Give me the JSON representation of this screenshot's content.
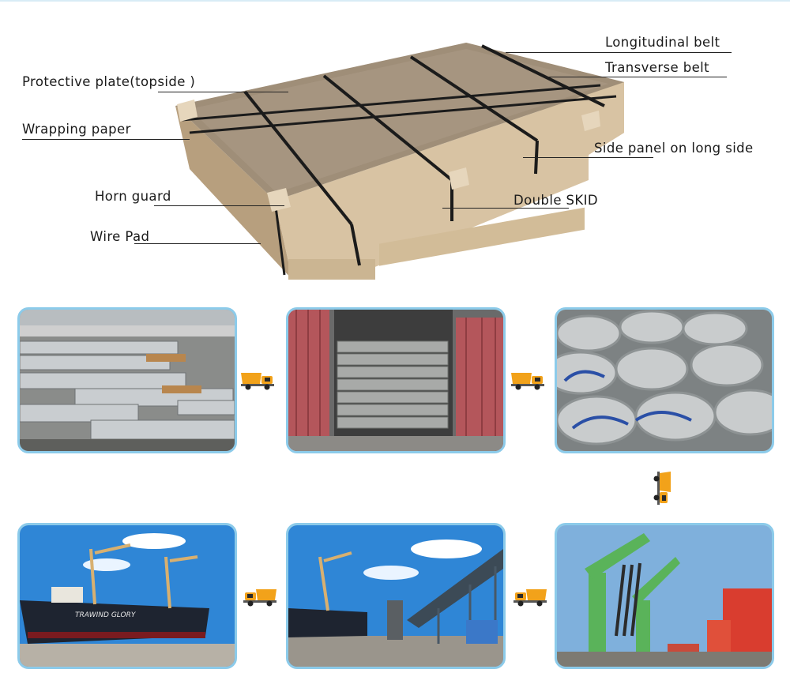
{
  "diagram": {
    "labels": {
      "protective_plate": "Protective plate(topside )",
      "wrapping_paper": "Wrapping paper",
      "horn_guard": "Horn guard",
      "wire_pad": "Wire Pad",
      "longitudinal_belt": "Longitudinal belt",
      "transverse_belt": "Transverse belt",
      "side_panel": "Side panel on long side",
      "double_skid": "Double SKID"
    }
  },
  "process": {
    "ship_name": "TRAWIND GLORY"
  },
  "icons": [
    "dump-truck-icon"
  ],
  "colors": {
    "frame_border": "#8ccbea",
    "truck_yellow": "#f2a21a",
    "sky_blue": "#2f86d6"
  }
}
